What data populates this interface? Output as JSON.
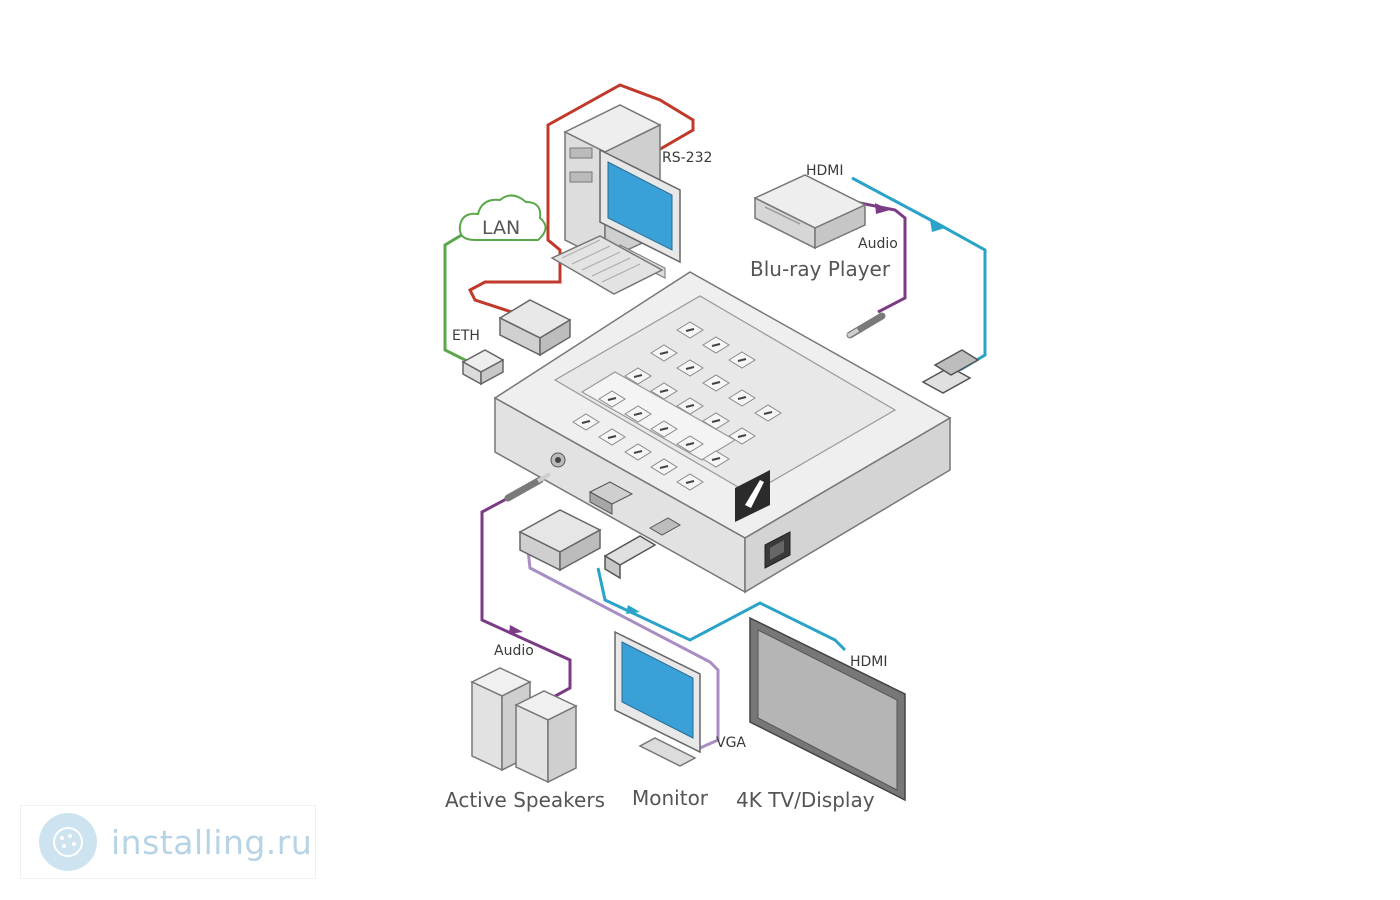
{
  "labels": {
    "rs232": "RS-232",
    "lan": "LAN",
    "eth": "ETH",
    "hdmi_in": "HDMI",
    "audio_in": "Audio",
    "bluray": "Blu-ray Player",
    "audio_out": "Audio",
    "hdmi_out": "HDMI",
    "vga": "VGA",
    "speakers": "Active Speakers",
    "monitor": "Monitor",
    "tv": "4K TV/Display"
  },
  "watermark": {
    "text": "installing.ru"
  },
  "colors": {
    "rs232_cable": "#c0392b",
    "eth_cable": "#5aa84a",
    "hdmi_cable": "#2aa3c8",
    "audio_cable": "#7b3b85",
    "vga_cable": "#a88ec2",
    "device_body": "#e6e6e6",
    "outline": "#555555"
  }
}
